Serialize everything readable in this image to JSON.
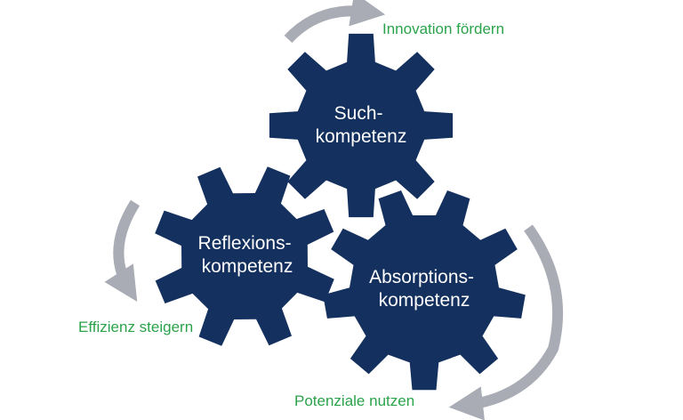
{
  "gears": [
    {
      "line1": "Such-",
      "line2": "kompetenz"
    },
    {
      "line1": "Reflexions-",
      "line2": "kompetenz"
    },
    {
      "line1": "Absorptions-",
      "line2": "kompetenz"
    }
  ],
  "annotations": {
    "top": "Innovation fördern",
    "left": "Effizienz steigern",
    "bottom": "Potenziale nutzen"
  },
  "colors": {
    "gear": "#14305e",
    "gear_text": "#ffffff",
    "arrow": "#a9acb4",
    "annotation_text": "#2aa34a"
  }
}
